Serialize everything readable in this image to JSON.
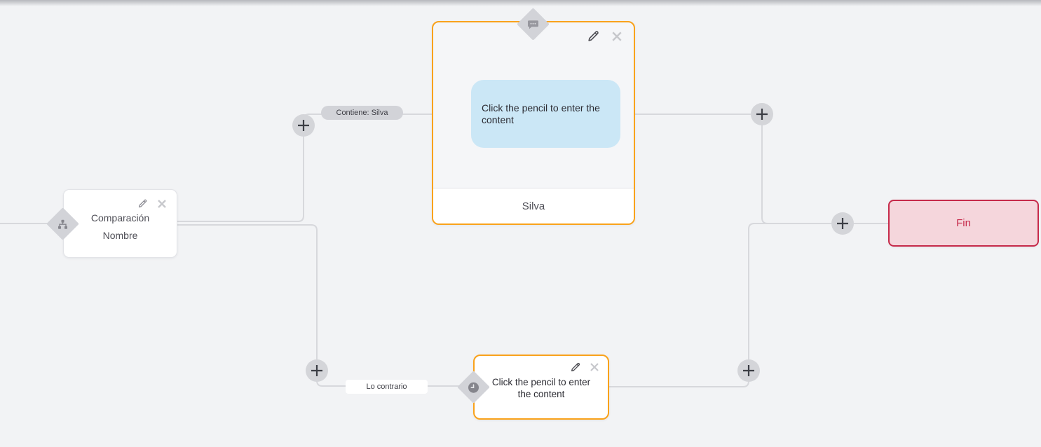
{
  "canvas": {
    "type": "flow-builder",
    "colors": {
      "canvas_bg": "#f2f3f5",
      "edge": "#d7d8dc",
      "accent_orange": "#f9a21b",
      "bubble_blue": "#cbe7f6",
      "end_bg": "#f5d6dc",
      "end_border": "#c62a4a",
      "pill_gray": "#d2d3d8",
      "badge_gray": "#d2d3d8"
    }
  },
  "nodes": {
    "comparison": {
      "title": "Comparación",
      "subtitle": "Nombre",
      "badge_icon": "sitemap-icon"
    },
    "message": {
      "bubble_text": "Click the pencil to enter the content",
      "footer": "Silva",
      "badge_icon": "chat-bubble-icon"
    },
    "action": {
      "text": "Click the pencil to enter the content",
      "badge_icon": "clock-icon"
    },
    "end": {
      "label": "Fin"
    }
  },
  "edge_labels": {
    "condition_true": "Contiene: Silva",
    "condition_false": "Lo contrario"
  },
  "icons": {
    "edit": "pencil-icon",
    "delete": "close-icon",
    "add": "plus-icon"
  }
}
